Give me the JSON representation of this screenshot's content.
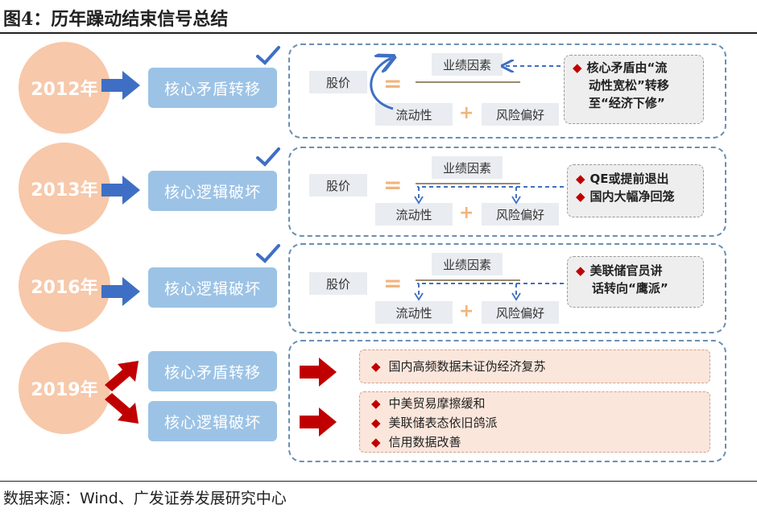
{
  "title": "图4：历年躁动结束信号总结",
  "source": "数据来源：Wind、广发证券发展研究中心",
  "colors": {
    "year_circle": "#f7c8aa",
    "theme_box": "#9cc3e6",
    "arrow_blue": "#3f6fc4",
    "arrow_red": "#c00000",
    "bullet": "#c00000",
    "dashed_border": "#6a8fb2"
  },
  "rows": [
    {
      "year": "2012年",
      "theme": "核心矛盾转移",
      "note_lines": [
        "核心矛盾由“流",
        "动性宽松”转移",
        "至“经济下修”"
      ]
    },
    {
      "year": "2013年",
      "theme": "核心逻辑破坏",
      "note_lines": [
        "QE或提前退出",
        "国内大幅净回笼"
      ]
    },
    {
      "year": "2016年",
      "theme": "核心逻辑破坏",
      "note_lines": [
        "美联储官员讲",
        "话转向“鹰派”"
      ]
    }
  ],
  "formula": {
    "stock": "股价",
    "earnings": "业绩因素",
    "liquidity": "流动性",
    "risk": "风险偏好",
    "eq": "=",
    "plus": "+"
  },
  "row2019": {
    "year": "2019年",
    "theme_a": "核心矛盾转移",
    "theme_b": "核心逻辑破坏",
    "items_a": [
      "国内高频数据未证伪经济复苏"
    ],
    "items_b": [
      "中美贸易摩擦缓和",
      "美联储表态依旧鸽派",
      "信用数据改善"
    ]
  },
  "bullet_icon": "diamond-bullet",
  "check_icon": "check-mark"
}
